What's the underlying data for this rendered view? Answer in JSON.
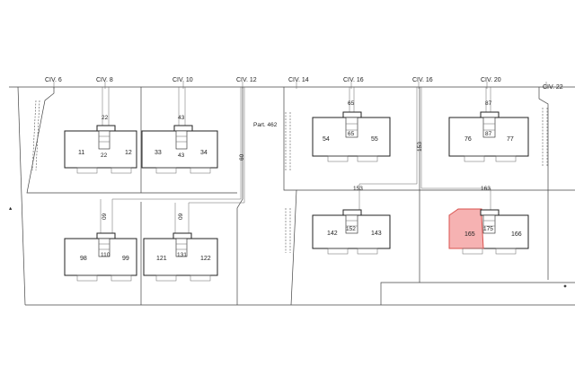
{
  "colors": {
    "highlight_fill": "#f6b2b2",
    "highlight_stroke": "#d9534f",
    "line": "#444444"
  },
  "civici": {
    "civ6": "CIV. 6",
    "civ8": "CIV. 8",
    "civ10": "CIV. 10",
    "civ12": "CIV. 12",
    "civ14": "CIV. 14",
    "civ16a": "CIV. 16",
    "civ16b": "CIV. 16",
    "civ20": "CIV. 20",
    "civ22": "CIV. 22"
  },
  "parcel_label": "Part. 462",
  "path_labels": {
    "p60": "60",
    "p153": "153"
  },
  "buildings": {
    "b1": {
      "corridor_top": "22",
      "core": "22",
      "left": "11",
      "right": "12"
    },
    "b2": {
      "corridor_top": "43",
      "core": "43",
      "left": "33",
      "right": "34"
    },
    "b3": {
      "corridor_top": "65",
      "core": "65",
      "left": "54",
      "right": "55"
    },
    "b4": {
      "corridor_top": "87",
      "core": "87",
      "left": "76",
      "right": "77"
    },
    "b5": {
      "corridor_top": "09",
      "core": "110",
      "left": "98",
      "right": "99"
    },
    "b6": {
      "corridor_top": "09",
      "core": "131",
      "left": "121",
      "right": "122"
    },
    "b7": {
      "corridor_top": "153",
      "core": "152",
      "left": "142",
      "right": "143"
    },
    "b8": {
      "corridor_top": "163",
      "core": "175",
      "left": "165",
      "right": "166",
      "highlighted": true
    }
  }
}
